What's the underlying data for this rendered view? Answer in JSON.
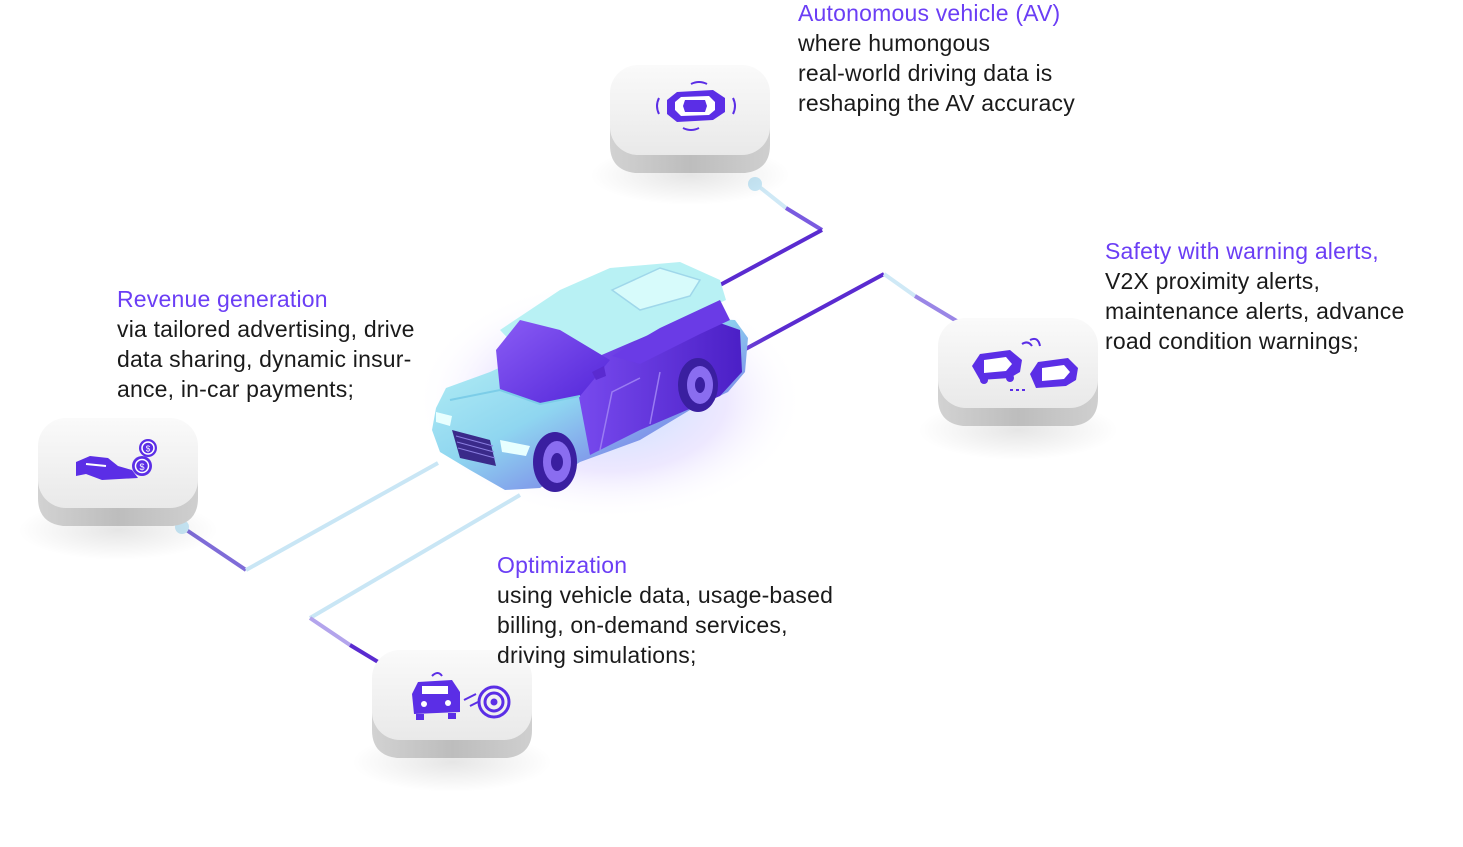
{
  "colors": {
    "accent": "#6b3ef5",
    "icon": "#5b2ee6",
    "text": "#1a1a1a",
    "tile_top": "#f2f2f2",
    "tile_side": "#c8c8c8",
    "connector_dark": "#5a2bd0",
    "connector_light": "#c9e6f5"
  },
  "diagram": {
    "center": {
      "name": "connected car",
      "icon": "car-illustration"
    },
    "nodes": [
      {
        "id": "av",
        "icon": "autonomous-car-icon",
        "title": "Autonomous vehicle (AV)",
        "lines": [
          "where humongous",
          "real-world driving data is",
          "reshaping the AV accuracy"
        ]
      },
      {
        "id": "safety",
        "icon": "two-cars-alert-icon",
        "title": "Safety with warning alerts,",
        "lines": [
          "V2X proximity alerts,",
          "maintenance alerts, advance",
          "road condition warnings;"
        ]
      },
      {
        "id": "revenue",
        "icon": "hand-coins-icon",
        "title": "Revenue generation",
        "lines": [
          "via tailored advertising, drive",
          "data sharing, dynamic insur-",
          "ance, in-car payments;"
        ]
      },
      {
        "id": "optimization",
        "icon": "car-gauge-icon",
        "title": "Optimization",
        "lines": [
          "using vehicle data, usage-based",
          "billing, on-demand services,",
          "driving simulations;"
        ]
      }
    ]
  }
}
